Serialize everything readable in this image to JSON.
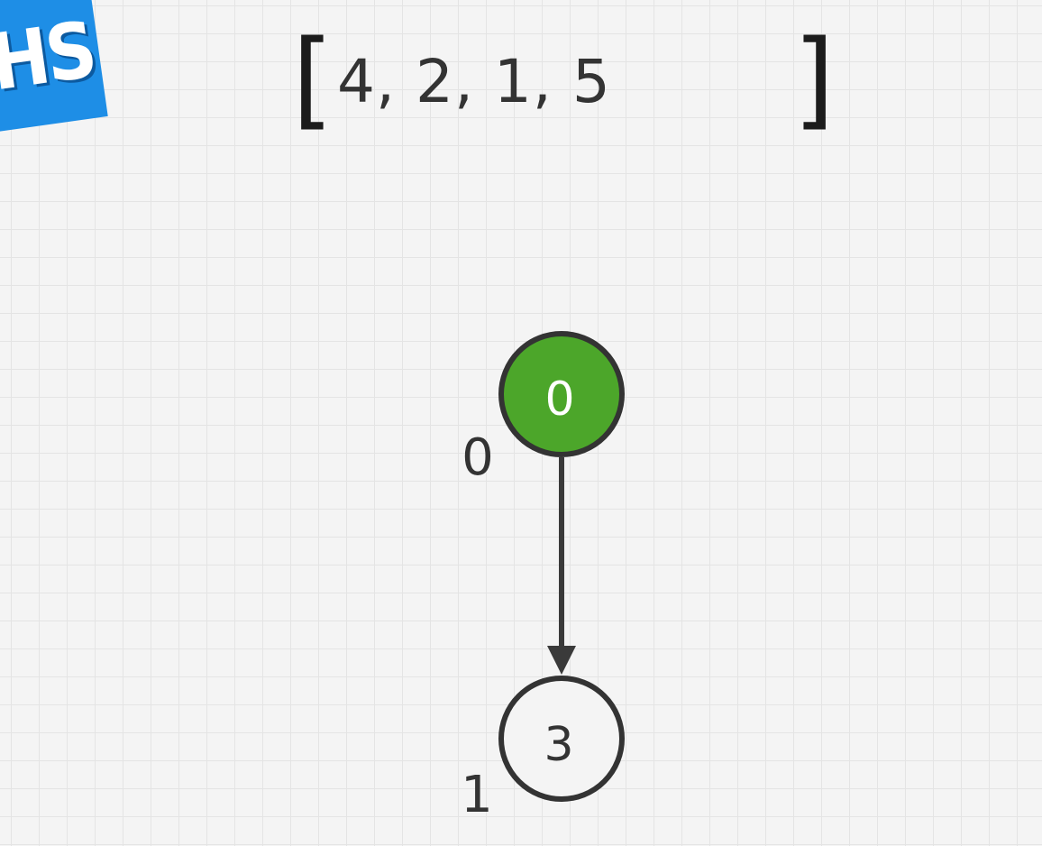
{
  "logo": {
    "text": "HS"
  },
  "array": {
    "open_bracket": "[",
    "values_text": "4, 2, 1, 5",
    "close_bracket": "]"
  },
  "tree": {
    "nodes": [
      {
        "value": "0",
        "index_label": "0",
        "highlighted": true
      },
      {
        "value": "3",
        "index_label": "1",
        "highlighted": false
      }
    ],
    "edges": [
      {
        "from": 0,
        "to": 1
      }
    ]
  },
  "colors": {
    "highlight_fill": "#4ca62a",
    "node_stroke": "#333333",
    "edge": "#3a3a3a",
    "background": "#f4f4f4",
    "logo_blue": "#1e8ee6"
  }
}
